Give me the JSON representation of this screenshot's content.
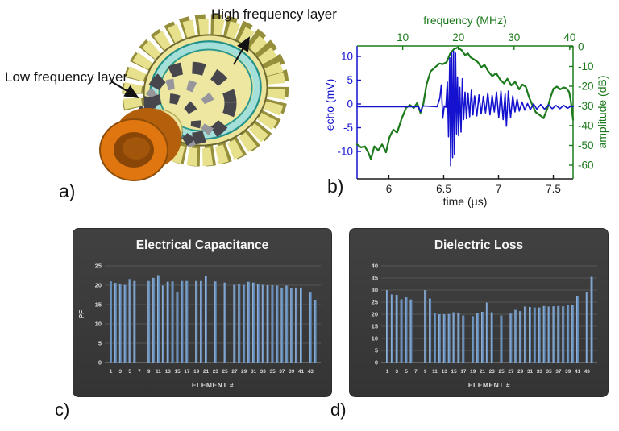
{
  "figure": {
    "panel_labels": {
      "a": "a)",
      "b": "b)",
      "c": "c)",
      "d": "d)"
    },
    "panel_a": {
      "annotations": {
        "high": "High frequency layer",
        "low": "Low frequency layer"
      },
      "colors": {
        "teeth": "#e7e18d",
        "teeth_side": "#958e3b",
        "teal_ring": "#a5dfda",
        "teal_edge": "#23918a",
        "face": "#ece49b",
        "kerf_dark": "#46464c",
        "kerf_gray": "#96969c",
        "tube_orange": "#df760f",
        "tube_dark": "#8a4607"
      }
    }
  },
  "chart_data": [
    {
      "id": "echo_and_spectrum",
      "type": "line",
      "panel": "b",
      "axes": {
        "bottom": {
          "label": "time (μs)",
          "ticks": [
            6,
            6.5,
            7,
            7.5
          ],
          "range": [
            5.71,
            7.68
          ],
          "color": "#1a1a1a"
        },
        "top": {
          "label": "frequency (MHz)",
          "ticks": [
            10,
            20,
            30,
            40
          ],
          "range": [
            1.8,
            40.6
          ],
          "color": "#1c7a1c"
        },
        "left": {
          "label": "echo (mV)",
          "ticks": [
            10,
            5,
            0,
            -5,
            -10
          ],
          "range": [
            -15.7,
            12.2
          ],
          "color": "#1412cf"
        },
        "right": {
          "label": "amplitude (dB)",
          "ticks": [
            0,
            -10,
            -20,
            -30,
            -40,
            -50,
            -60
          ],
          "range": [
            -67,
            0.8
          ],
          "color": "#1c7a1c"
        }
      },
      "series": [
        {
          "name": "spectrum",
          "color": "#1c7a1c",
          "width": 2.2,
          "x_axis": "frequency",
          "y_axis": "dB",
          "x": [
            1.8,
            2.5,
            3.2,
            3.8,
            4.3,
            4.9,
            5.6,
            6.3,
            7.0,
            7.6,
            8.3,
            9.0,
            9.8,
            10.6,
            11.3,
            12.0,
            12.6,
            13.2,
            13.7,
            14.3,
            15.0,
            15.8,
            16.6,
            17.2,
            17.9,
            18.5,
            19.2,
            19.9,
            20.6,
            21.2,
            21.7,
            22.2,
            22.8,
            23.5,
            24.1,
            24.7,
            25.4,
            26.1,
            26.8,
            27.5,
            28.2,
            28.8,
            29.5,
            30.2,
            30.9,
            31.5,
            32.1,
            32.7,
            33.3,
            33.9,
            34.6,
            35.3,
            36.0,
            36.6,
            37.1,
            37.7,
            38.3,
            38.9,
            39.4,
            39.9,
            40.2,
            40.45,
            40.6
          ],
          "y": [
            -49.5,
            -51,
            -50.5,
            -53.5,
            -57,
            -50.5,
            -52.5,
            -49.5,
            -53.5,
            -46,
            -42,
            -43.5,
            -36.5,
            -31,
            -29.5,
            -31,
            -28.5,
            -33.5,
            -29,
            -19,
            -12.5,
            -10.5,
            -8.5,
            -8.8,
            -7.8,
            -3.5,
            -1.2,
            -0.4,
            -1.8,
            -4.2,
            -3.4,
            -5.4,
            -6.4,
            -7.8,
            -10.4,
            -9.2,
            -12.6,
            -14.9,
            -13.4,
            -16.6,
            -18.6,
            -16.2,
            -19.6,
            -17.8,
            -21.6,
            -19.2,
            -20.2,
            -25.6,
            -29.6,
            -33.2,
            -34.6,
            -36.2,
            -31.2,
            -25.2,
            -21.2,
            -20.2,
            -21.6,
            -20.6,
            -21.0,
            -23.0,
            -27.5,
            -33.5,
            -37.0
          ]
        },
        {
          "name": "echo",
          "color": "#1412cf",
          "width": 1.6,
          "x_axis": "time",
          "y_axis": "mV",
          "x": [
            5.71,
            6.1,
            6.27,
            6.29,
            6.31,
            6.44,
            6.465,
            6.478,
            6.492,
            6.505,
            6.52,
            6.533,
            6.544,
            6.555,
            6.5635,
            6.572,
            6.581,
            6.59,
            6.599,
            6.608,
            6.617,
            6.626,
            6.636,
            6.647,
            6.658,
            6.67,
            6.682,
            6.695,
            6.708,
            6.722,
            6.737,
            6.752,
            6.767,
            6.782,
            6.802,
            6.822,
            6.842,
            6.862,
            6.882,
            6.902,
            6.922,
            6.942,
            6.962,
            6.982,
            7.002,
            7.022,
            7.042,
            7.06,
            7.072,
            7.09,
            7.11,
            7.13,
            7.15,
            7.17,
            7.19,
            7.215,
            7.24,
            7.265,
            7.29,
            7.32,
            7.35,
            7.385,
            7.42,
            7.455,
            7.49,
            7.525,
            7.56,
            7.595,
            7.63,
            7.665,
            7.68
          ],
          "y": [
            -0.6,
            -0.6,
            -0.6,
            -1.6,
            -0.4,
            -0.6,
            1.2,
            4.0,
            -3.0,
            -0.4,
            -0.7,
            4.6,
            -6.9,
            9.7,
            -13.0,
            10.9,
            -11.3,
            11.1,
            -10.6,
            10.7,
            -6.3,
            5.7,
            -6.7,
            3.5,
            -5.9,
            5.3,
            -3.3,
            2.5,
            -3.1,
            2.3,
            -2.7,
            2.9,
            -2.3,
            1.7,
            -2.5,
            1.9,
            -2.1,
            1.6,
            -1.9,
            2.3,
            -2.3,
            1.8,
            -1.7,
            2.5,
            -2.9,
            2.7,
            -3.3,
            2.1,
            -4.7,
            2.7,
            -2.9,
            1.7,
            -1.7,
            1.0,
            -1.5,
            0.4,
            -1.3,
            0.1,
            -1.2,
            0.0,
            -1.1,
            -0.1,
            -1.1,
            -0.2,
            -1.0,
            -0.3,
            -1.0,
            -0.3,
            -0.9,
            -0.4,
            -0.6
          ]
        }
      ]
    },
    {
      "id": "electrical_capacitance",
      "type": "bar",
      "panel": "c",
      "title": "Electrical Capacitance",
      "xlabel": "ELEMENT #",
      "ylabel": "PF",
      "ylim": [
        0,
        25
      ],
      "yticks": [
        0,
        5,
        10,
        15,
        20,
        25
      ],
      "x_tick_labels": [
        "1",
        "3",
        "5",
        "7",
        "9",
        "11",
        "13",
        "15",
        "17",
        "19",
        "21",
        "23",
        "25",
        "27",
        "29",
        "31",
        "33",
        "35",
        "37",
        "39",
        "41",
        "43"
      ],
      "values": [
        21.0,
        20.6,
        20.2,
        20.1,
        21.6,
        21.1,
        null,
        null,
        21.1,
        21.9,
        22.6,
        19.9,
        20.9,
        21.0,
        18.2,
        21.1,
        21.1,
        null,
        21.1,
        21.1,
        22.5,
        null,
        21.0,
        null,
        20.7,
        null,
        20.1,
        20.3,
        20.1,
        20.9,
        20.7,
        20.2,
        20.1,
        20.0,
        20.0,
        19.9,
        19.4,
        19.9,
        19.3,
        19.4,
        19.4,
        null,
        18.1,
        16.1
      ],
      "bg_color": "#414141",
      "bg_color2": "#343434",
      "grid_color": "#555555",
      "bar_color": "#6f97c5",
      "bar_color_light": "#a3bedc",
      "bar_color_dark": "#587da8",
      "text_color": "#d8d8d8",
      "title_color": "#f5f5f5"
    },
    {
      "id": "dielectric_loss",
      "type": "bar",
      "panel": "d",
      "title": "Dielectric Loss",
      "xlabel": "ELEMENT #",
      "ylabel": "",
      "ylim": [
        0,
        40
      ],
      "yticks": [
        0,
        5,
        10,
        15,
        20,
        25,
        30,
        35,
        40
      ],
      "x_tick_labels": [
        "1",
        "3",
        "5",
        "7",
        "9",
        "11",
        "13",
        "15",
        "17",
        "19",
        "21",
        "23",
        "25",
        "27",
        "29",
        "31",
        "33",
        "35",
        "37",
        "39",
        "41",
        "43"
      ],
      "values": [
        30.0,
        28.2,
        28.0,
        26.2,
        27.0,
        26.1,
        null,
        null,
        30.0,
        26.5,
        20.5,
        20.0,
        20.0,
        20.1,
        20.8,
        20.7,
        19.5,
        null,
        19.2,
        20.5,
        21.0,
        24.8,
        20.8,
        null,
        19.5,
        null,
        20.3,
        21.8,
        21.3,
        23.2,
        23.0,
        22.8,
        22.8,
        23.4,
        23.2,
        23.3,
        23.4,
        23.3,
        23.8,
        24.0,
        27.5,
        null,
        29.0,
        35.5
      ],
      "bg_color": "#414141",
      "bg_color2": "#343434",
      "grid_color": "#555555",
      "bar_color": "#6f97c5",
      "bar_color_light": "#a3bedc",
      "bar_color_dark": "#587da8",
      "text_color": "#d8d8d8",
      "title_color": "#f5f5f5"
    }
  ]
}
